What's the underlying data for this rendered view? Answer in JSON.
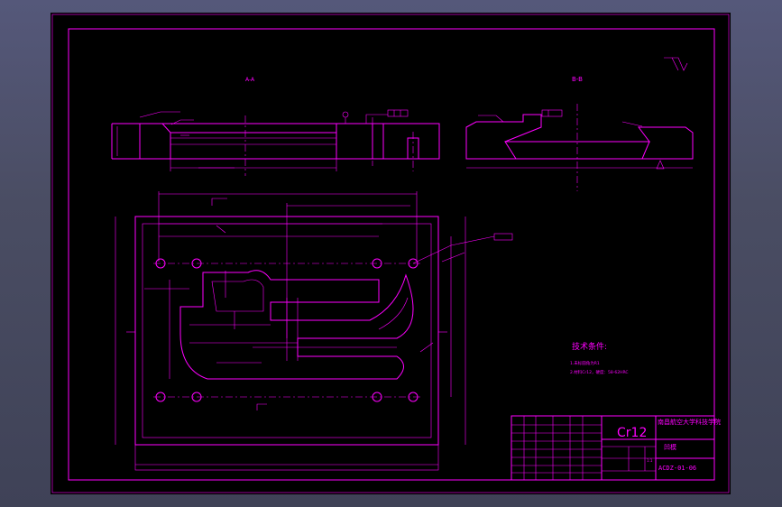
{
  "drawing": {
    "section_labels": {
      "aa": "A-A",
      "bb": "B-B"
    },
    "tech_requirements": {
      "title": "技术条件:",
      "items": [
        "1.未标圆角为R1",
        "2.材料Cr12，硬度：58-62HRC"
      ]
    },
    "title_block": {
      "material": "Cr12",
      "school": "南昌航空大学科技学院",
      "part_name": "凹模",
      "drawing_no": "ACDZ-01-06",
      "scale": "1:1"
    },
    "colors": {
      "line": "#ff00ff",
      "paper": "#000000",
      "frame_bg": "#4a4d63"
    }
  }
}
